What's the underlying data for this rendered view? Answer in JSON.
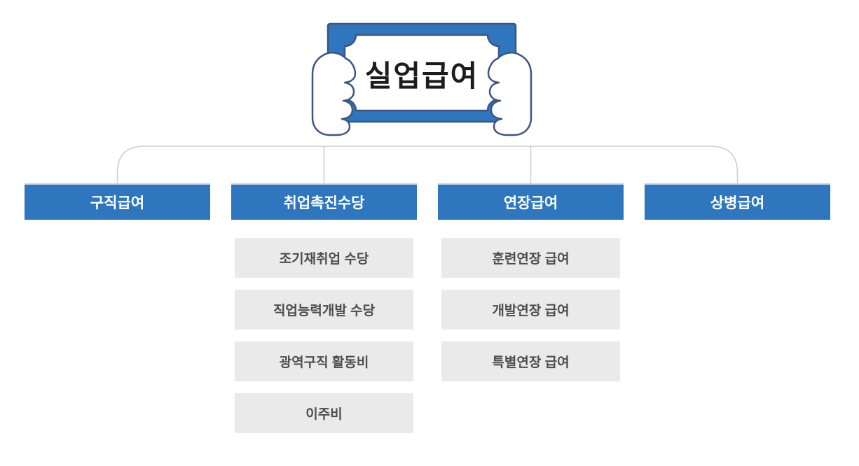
{
  "root": {
    "title": "실업급여"
  },
  "level1": [
    {
      "label": "구직급여"
    },
    {
      "label": "취업촉진수당"
    },
    {
      "label": "연장급여"
    },
    {
      "label": "상병급여"
    }
  ],
  "sub": {
    "promotion": [
      "조기재취업 수당",
      "직업능력개발 수당",
      "광역구직 활동비",
      "이주비"
    ],
    "extension": [
      "훈련연장 급여",
      "개발연장 급여",
      "특별연장 급여"
    ]
  },
  "colors": {
    "primary_blue": "#2e76be",
    "sub_box_gray": "#eaeaea",
    "sub_text_gray": "#4d4d4d",
    "connector_gray": "#cdcdcd",
    "icon_outline_navy": "#3e5581",
    "title_text": "#1c1c1c"
  }
}
